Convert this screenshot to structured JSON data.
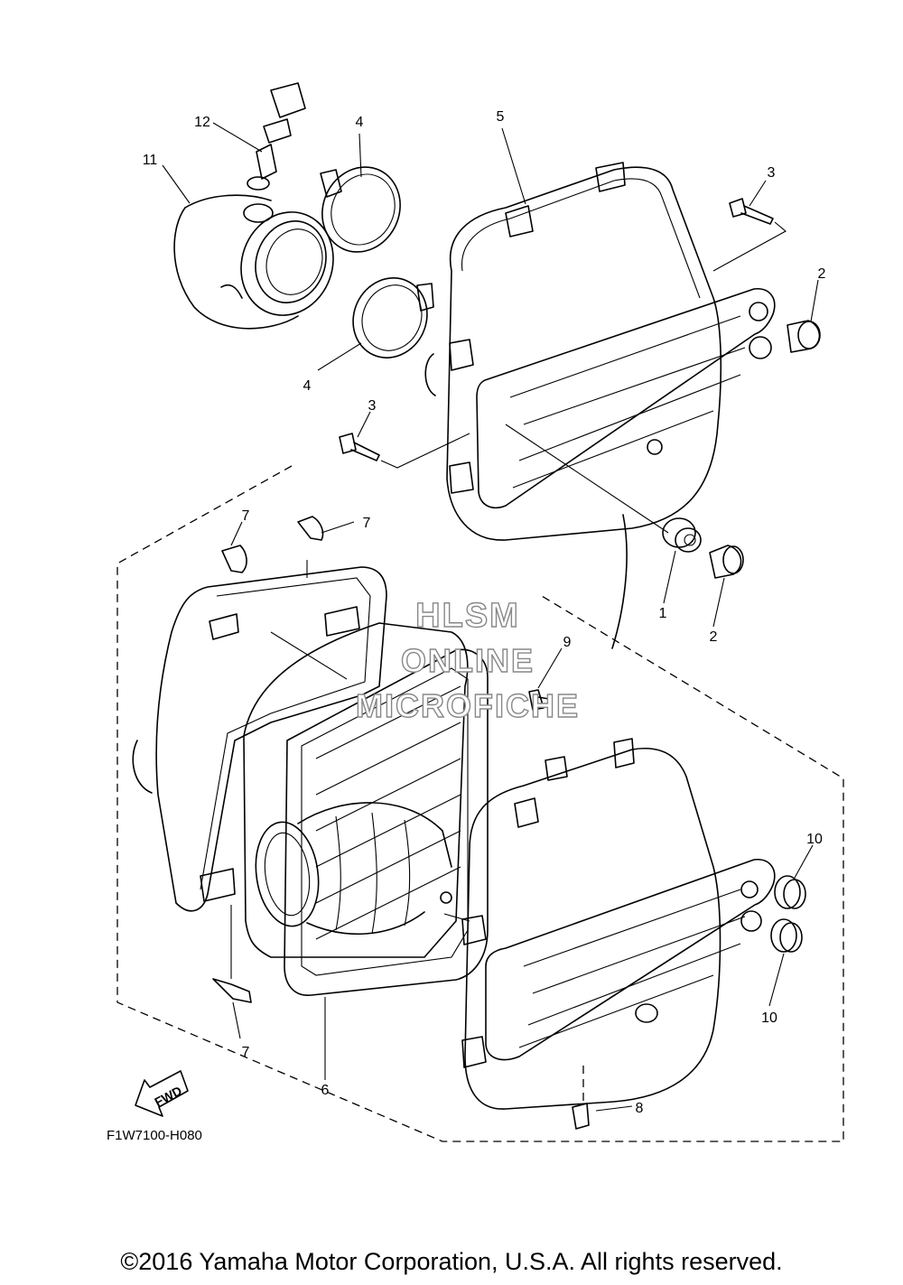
{
  "callouts": {
    "c1": "1",
    "c2a": "2",
    "c2b": "2",
    "c3a": "3",
    "c3b": "3",
    "c4a": "4",
    "c4b": "4",
    "c5": "5",
    "c6": "6",
    "c7a": "7",
    "c7b": "7",
    "c7c": "7",
    "c8": "8",
    "c9": "9",
    "c10a": "10",
    "c10b": "10",
    "c11": "11",
    "c12": "12"
  },
  "diagram_code": "F1W7100-H080",
  "fwd_label": "FWD",
  "watermark": {
    "line1": "HLSM",
    "line2": "ONLINE",
    "line3": "MICROFICHE"
  },
  "copyright": "©2016 Yamaha Motor Corporation, U.S.A. All rights reserved."
}
